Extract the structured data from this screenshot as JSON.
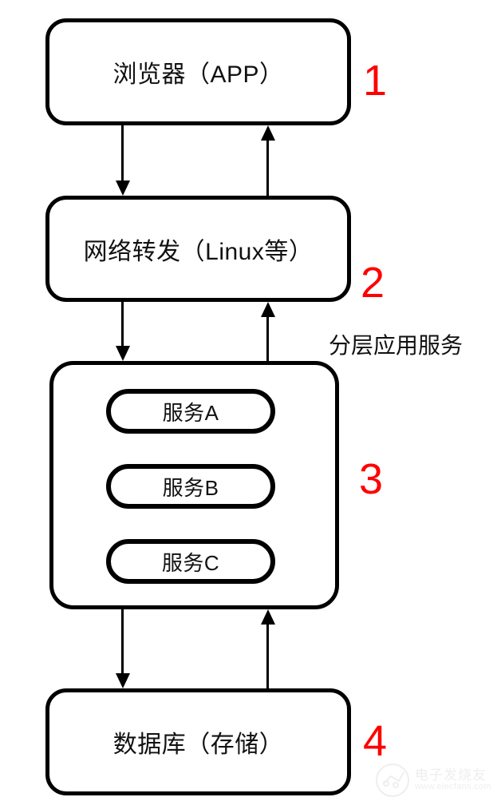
{
  "diagram": {
    "annotation": "分层应用服务",
    "layers": [
      {
        "id": "browser",
        "label": "浏览器（APP）",
        "number": "1"
      },
      {
        "id": "network",
        "label": "网络转发（Linux等）",
        "number": "2"
      },
      {
        "id": "services",
        "label": "",
        "number": "3"
      },
      {
        "id": "database",
        "label": "数据库（存储）",
        "number": "4"
      }
    ],
    "services": [
      {
        "label": "服务A"
      },
      {
        "label": "服务B"
      },
      {
        "label": "服务C"
      }
    ],
    "colors": {
      "number": "#ff0000",
      "stroke": "#000000",
      "text": "#111111",
      "background": "#ffffff"
    }
  },
  "watermark": {
    "name": "电子发烧友",
    "url": "www.elecfans.com"
  }
}
